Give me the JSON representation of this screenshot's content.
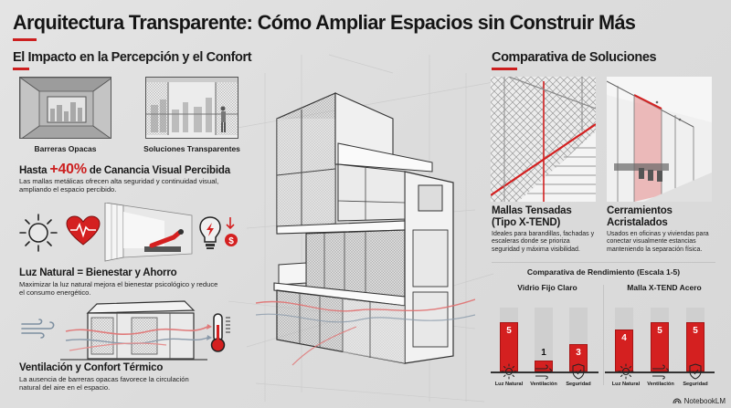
{
  "title": "Arquitectura Transparente: Cómo Ampliar Espacios sin Construir Más",
  "colors": {
    "accent": "#cc1f1f",
    "background": "#dedede",
    "text": "#1a1a1a"
  },
  "left": {
    "heading": "El Impacto en la Percepción y el Confort",
    "images": [
      {
        "caption": "Barreras Opacas",
        "icon": "opaque-room-illustration"
      },
      {
        "caption": "Soluciones Transparentes",
        "icon": "transparent-room-illustration"
      }
    ],
    "stat": {
      "prefix": "Hasta",
      "value": "+40%",
      "suffix": "de Canancia Visual Percibida",
      "body": "Las mallas metálicas ofrecen alta seguridad y continuidad visual, ampliando el espacio percibido."
    },
    "light": {
      "title": "Luz Natural = Bienestar y Ahorro",
      "body": "Maximizar la luz natural mejora el bienestar psicológico y reduce el consumo energético.",
      "icons": [
        "sun-icon",
        "heart-pulse-icon",
        "bright-room-illustration",
        "bulb-savings-icon"
      ]
    },
    "ventilation": {
      "title": "Ventilación y Confort Térmico",
      "body": "La ausencia de barreras opacas favorece la circulación natural del aire en el espacio.",
      "icons": [
        "wind-icon",
        "airflow-pavilion-illustration",
        "thermometer-icon"
      ]
    }
  },
  "center": {
    "illustration": "transparent-building-illustration"
  },
  "right": {
    "heading": "Comparativa de Soluciones",
    "solutions": [
      {
        "title_line1": "Mallas Tensadas",
        "title_line2": "(Tipo X-TEND)",
        "body": "Ideales para barandillas, fachadas y escaleras donde se prioriza seguridad y máxima visibilidad."
      },
      {
        "title_line1": "Cerramientos",
        "title_line2": "Acristalados",
        "body": "Usados en oficinas y viviendas para conectar visualmente estancias manteniendo la separación física."
      }
    ],
    "performance_title": "Comparativa de Rendimiento (Escala 1-5)"
  },
  "chart_data": [
    {
      "type": "bar",
      "title": "Vidrio Fijo Claro",
      "categories": [
        "Luz Natural",
        "Ventilación",
        "Seguridad"
      ],
      "values": [
        5,
        1,
        3
      ],
      "ylim": [
        0,
        6
      ],
      "xlabel": "",
      "ylabel": ""
    },
    {
      "type": "bar",
      "title": "Malla X-TEND Acero",
      "categories": [
        "Luz Natural",
        "Ventilación",
        "Seguridad"
      ],
      "values": [
        4,
        5,
        5
      ],
      "ylim": [
        0,
        6
      ],
      "xlabel": "",
      "ylabel": ""
    }
  ],
  "charts_display": [
    {
      "title": "Vidrio Fijo Claro",
      "values": [
        "5",
        "1",
        "3"
      ],
      "cats": [
        "Luz Natural",
        "Ventilación",
        "Seguridad"
      ]
    },
    {
      "title": "Malla X-TEND Acero",
      "values": [
        "4",
        "5",
        "5"
      ],
      "cats": [
        "Luz Natural",
        "Ventilación",
        "Seguridad"
      ]
    }
  ],
  "footer": {
    "brand": "NotebookLM"
  }
}
